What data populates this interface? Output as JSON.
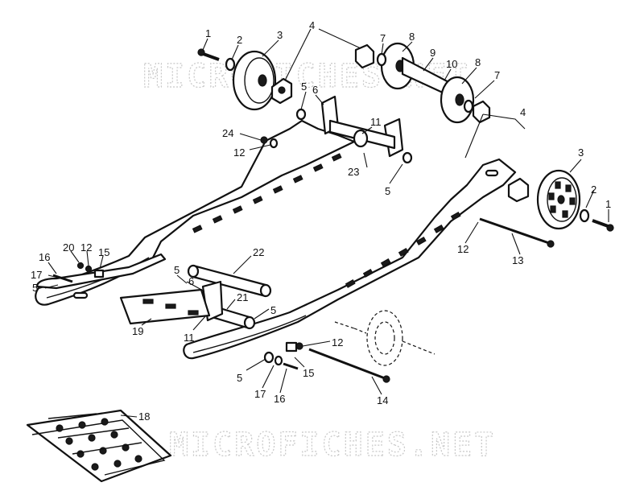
{
  "watermark": {
    "top_text": "MICROFICHES.NET",
    "bottom_text": "MICROFICHES.NET",
    "color": "#c8c8c8"
  },
  "diagram": {
    "callouts": [
      {
        "id": "c1a",
        "text": "1"
      },
      {
        "id": "c2a",
        "text": "2"
      },
      {
        "id": "c3a",
        "text": "3"
      },
      {
        "id": "c4a",
        "text": "4"
      },
      {
        "id": "c7a",
        "text": "7"
      },
      {
        "id": "c8a",
        "text": "8"
      },
      {
        "id": "c9",
        "text": "9"
      },
      {
        "id": "c10",
        "text": "10"
      },
      {
        "id": "c8b",
        "text": "8"
      },
      {
        "id": "c7b",
        "text": "7"
      },
      {
        "id": "c4b",
        "text": "4"
      },
      {
        "id": "c5a",
        "text": "5"
      },
      {
        "id": "c6a",
        "text": "6"
      },
      {
        "id": "c11a",
        "text": "11"
      },
      {
        "id": "c24",
        "text": "24"
      },
      {
        "id": "c12a",
        "text": "12"
      },
      {
        "id": "c23",
        "text": "23"
      },
      {
        "id": "c5b",
        "text": "5"
      },
      {
        "id": "c3b",
        "text": "3"
      },
      {
        "id": "c2b",
        "text": "2"
      },
      {
        "id": "c1b",
        "text": "1"
      },
      {
        "id": "c12b",
        "text": "12"
      },
      {
        "id": "c13",
        "text": "13"
      },
      {
        "id": "c16a",
        "text": "16"
      },
      {
        "id": "c20",
        "text": "20"
      },
      {
        "id": "c12c",
        "text": "12"
      },
      {
        "id": "c15a",
        "text": "15"
      },
      {
        "id": "c17a",
        "text": "17"
      },
      {
        "id": "c5c",
        "text": "5"
      },
      {
        "id": "c22",
        "text": "22"
      },
      {
        "id": "c5d",
        "text": "5"
      },
      {
        "id": "c6b",
        "text": "6"
      },
      {
        "id": "c21",
        "text": "21"
      },
      {
        "id": "c5e",
        "text": "5"
      },
      {
        "id": "c19",
        "text": "19"
      },
      {
        "id": "c11b",
        "text": "11"
      },
      {
        "id": "c12d",
        "text": "12"
      },
      {
        "id": "c15b",
        "text": "15"
      },
      {
        "id": "c5f",
        "text": "5"
      },
      {
        "id": "c17b",
        "text": "17"
      },
      {
        "id": "c16b",
        "text": "16"
      },
      {
        "id": "c14",
        "text": "14"
      },
      {
        "id": "c18",
        "text": "18"
      }
    ]
  }
}
